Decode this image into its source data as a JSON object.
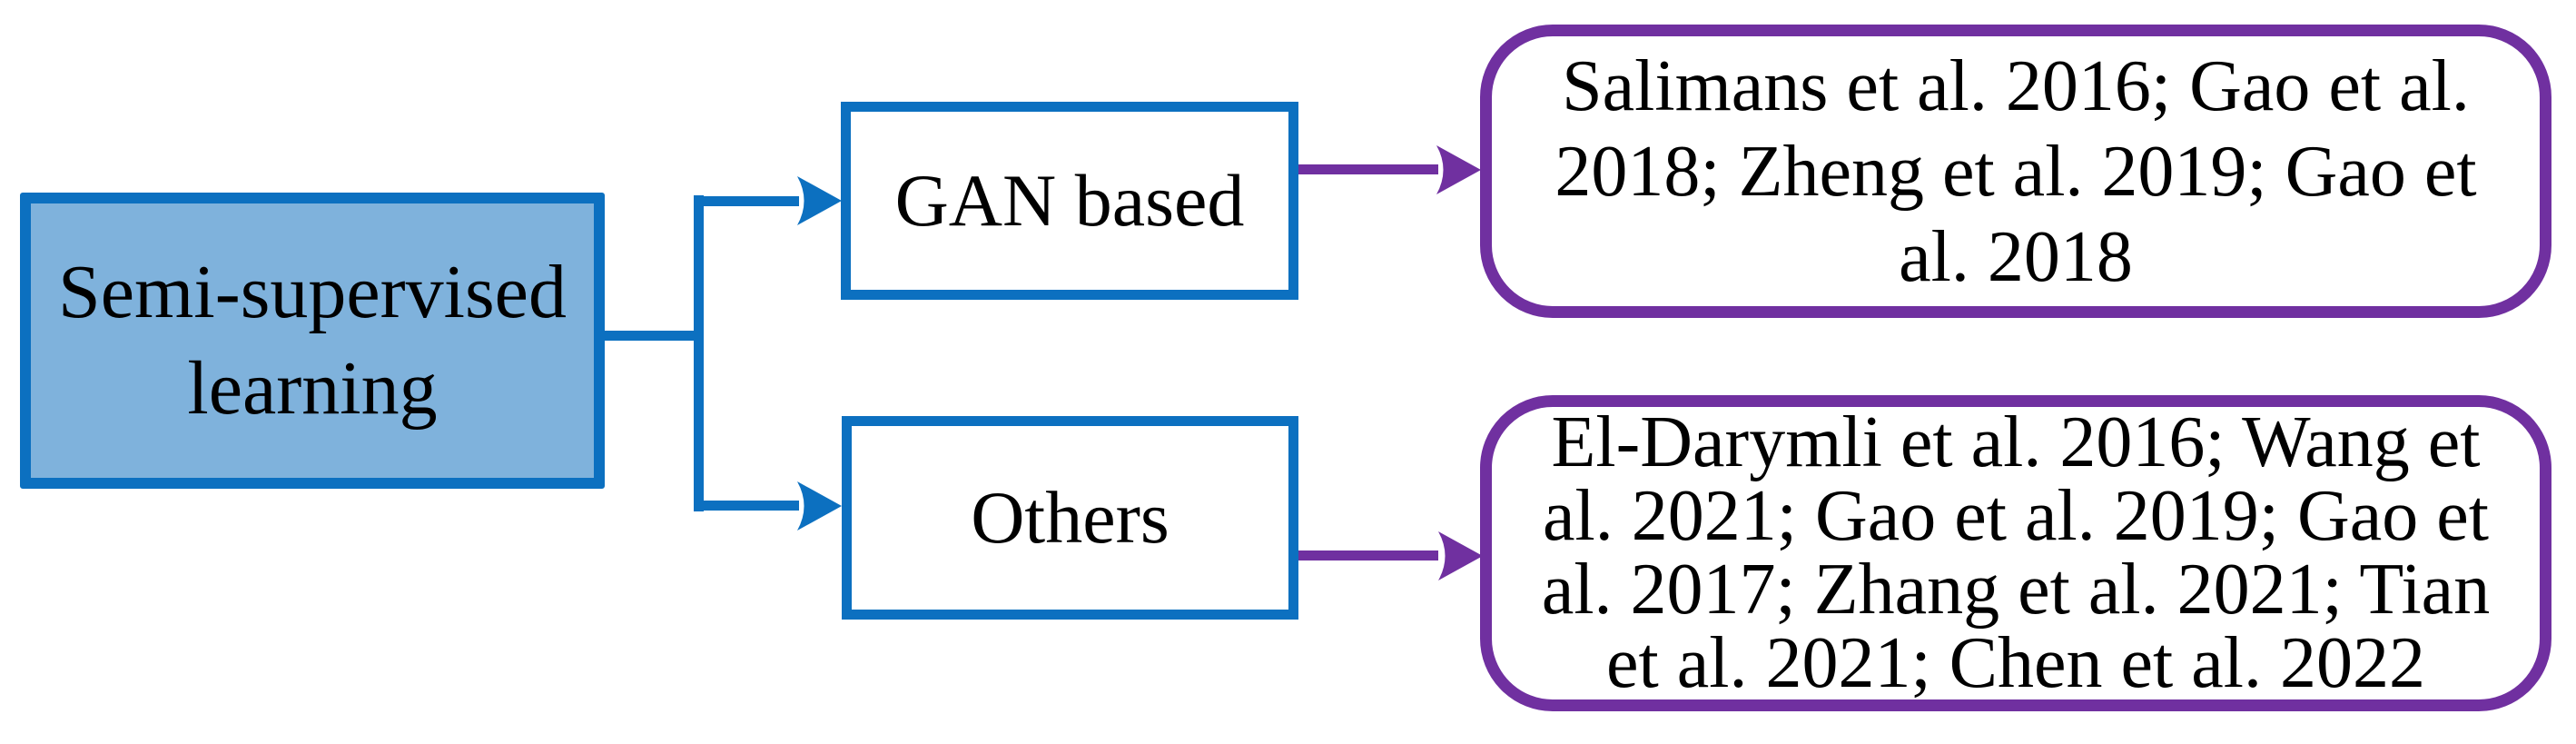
{
  "diagram": {
    "title": "Semi-supervised learning taxonomy diagram",
    "root": {
      "text": "Semi-supervised learning",
      "lines": [
        "Semi-supervised",
        "learning"
      ]
    },
    "branches": [
      {
        "label": "GAN based"
      },
      {
        "label": "Others"
      }
    ],
    "references": {
      "gan": {
        "text": "Salimans et al. 2016; Gao et al. 2018; Zheng et al. 2019; Gao et al. 2018",
        "lines": [
          "Salimans et al. 2016; Gao et al.",
          "2018; Zheng et al. 2019; Gao et",
          "al. 2018"
        ]
      },
      "others": {
        "text": "El-Darymli et al. 2016; Wang et al. 2021; Gao et al. 2019; Gao et al. 2017; Zhang et al. 2021; Tian et al. 2021; Chen et al. 2022",
        "lines": [
          "El-Darymli et al. 2016; Wang et",
          "al. 2021; Gao et al. 2019; Gao et",
          "al. 2017; Zhang et al. 2021; Tian",
          "et al. 2021; Chen et al. 2022"
        ]
      }
    }
  },
  "colors": {
    "blue_line": "#0C70C0",
    "blue_fill": "#7FB2DC",
    "purple_line": "#7030A0",
    "node_bg": "#FFFFFF",
    "text": "#000000"
  }
}
